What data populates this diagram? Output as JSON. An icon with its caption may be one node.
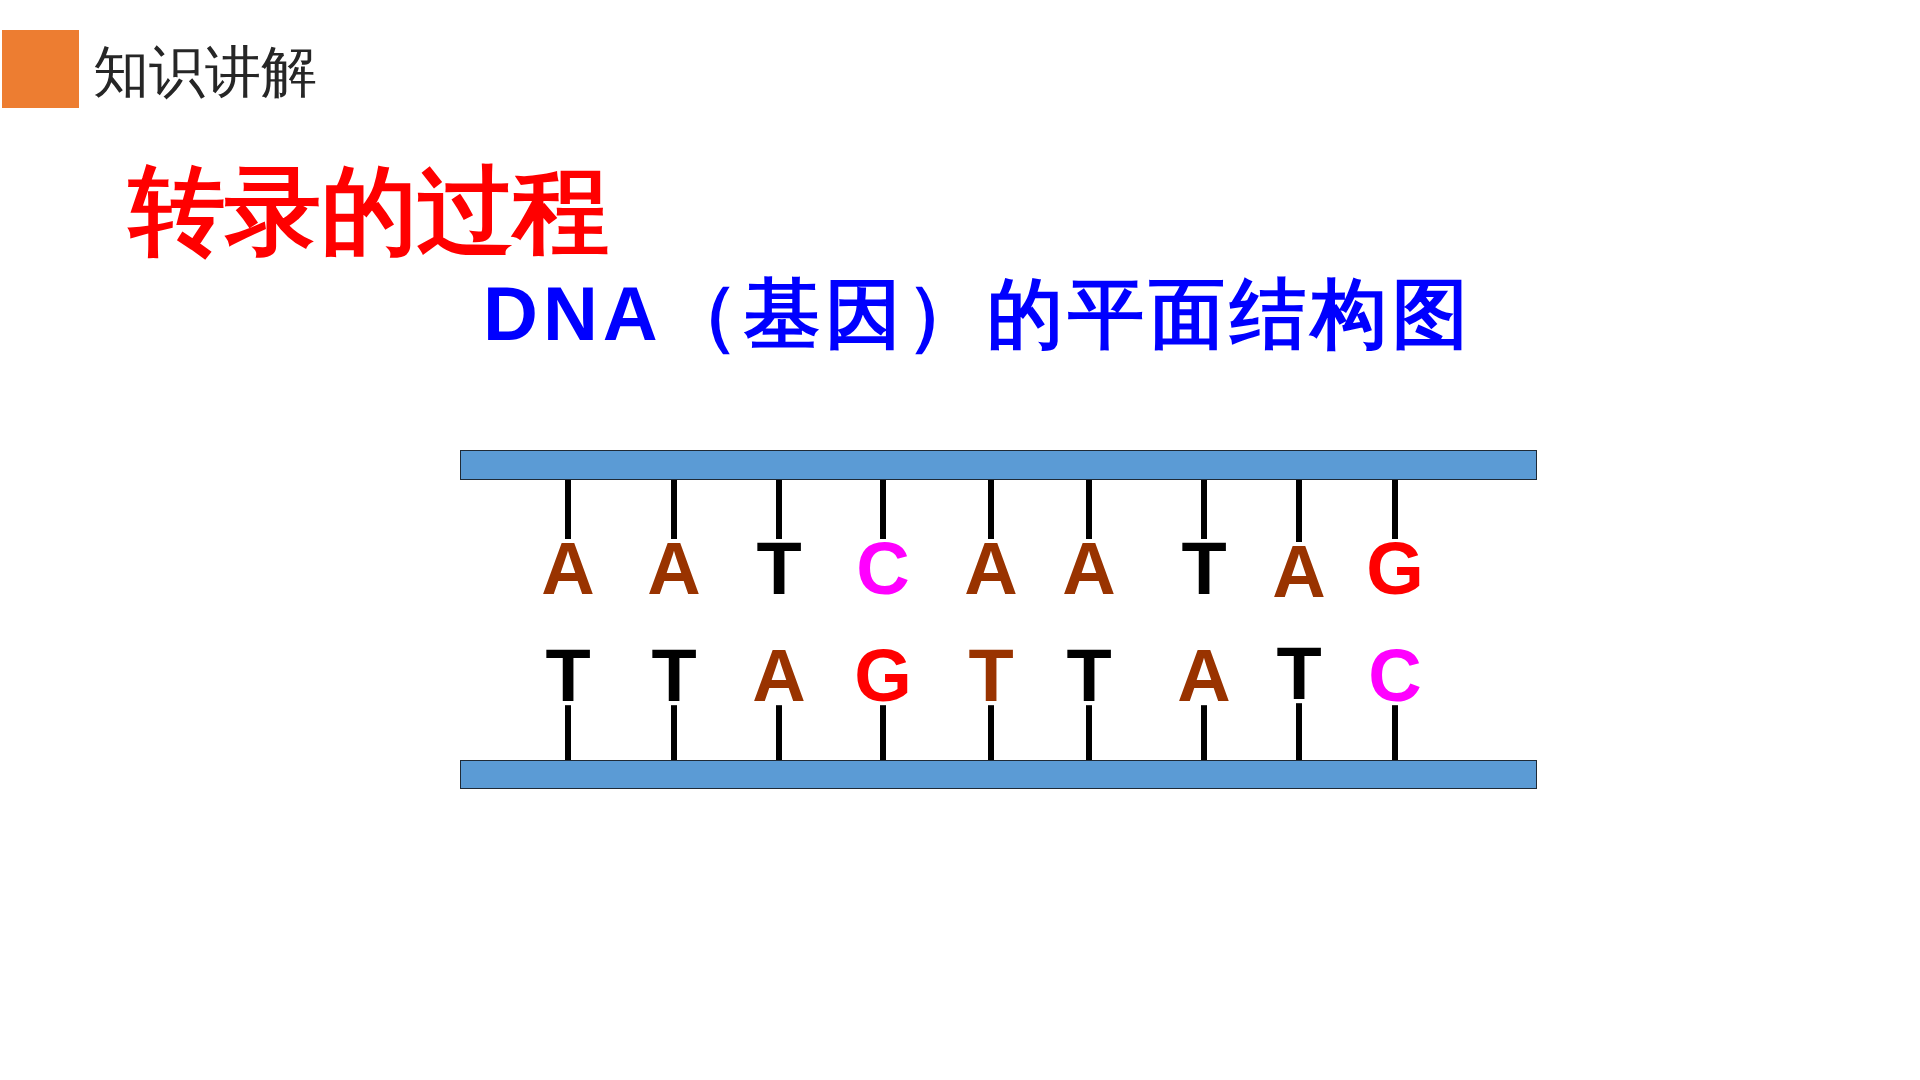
{
  "diagram": {
    "title": "转录的过程",
    "nodes": [
      {
        "text": [],
        "shape": "bar"
      },
      {
        "text": [
          "A"
        ]
      },
      {
        "text": [
          "A"
        ]
      },
      {
        "text": [
          "T"
        ]
      },
      {
        "text": [
          "C"
        ]
      },
      {
        "text": [
          "A"
        ]
      },
      {
        "text": [
          "A"
        ]
      },
      {
        "text": [
          "T"
        ]
      },
      {
        "text": [
          "A"
        ]
      },
      {
        "text": [
          "G"
        ]
      },
      {
        "text": [
          "T"
        ]
      },
      {
        "text": [
          "T"
        ]
      },
      {
        "text": [
          "A"
        ]
      },
      {
        "text": [
          "G"
        ]
      },
      {
        "text": [
          "T"
        ]
      },
      {
        "text": [
          "T"
        ]
      },
      {
        "text": [
          "A"
        ]
      },
      {
        "text": [
          "T"
        ]
      },
      {
        "text": [
          "C"
        ]
      },
      {
        "text": [],
        "shape": "bar"
      }
    ],
    "edges": [
      {
        "from": 0,
        "to": 1,
        "arrow": "none"
      },
      {
        "from": 0,
        "to": 2,
        "arrow": "none"
      },
      {
        "from": 0,
        "to": 3,
        "arrow": "none"
      },
      {
        "from": 0,
        "to": 4,
        "arrow": "none"
      },
      {
        "from": 0,
        "to": 5,
        "arrow": "none"
      },
      {
        "from": 0,
        "to": 6,
        "arrow": "none"
      },
      {
        "from": 0,
        "to": 7,
        "arrow": "none"
      },
      {
        "from": 0,
        "to": 8,
        "arrow": "none"
      },
      {
        "from": 0,
        "to": 9,
        "arrow": "none"
      },
      {
        "from": 10,
        "to": 19,
        "arrow": "none"
      },
      {
        "from": 11,
        "to": 19,
        "arrow": "none"
      },
      {
        "from": 12,
        "to": 19,
        "arrow": "none"
      },
      {
        "from": 13,
        "to": 19,
        "arrow": "none"
      },
      {
        "from": 14,
        "to": 19,
        "arrow": "none"
      },
      {
        "from": 15,
        "to": 19,
        "arrow": "none"
      },
      {
        "from": 16,
        "to": 19,
        "arrow": "none"
      },
      {
        "from": 17,
        "to": 19,
        "arrow": "none"
      },
      {
        "from": 18,
        "to": 19,
        "arrow": "none"
      }
    ],
    "labels": [
      "知识讲解",
      "DNA（基因）的平面结构图"
    ]
  }
}
